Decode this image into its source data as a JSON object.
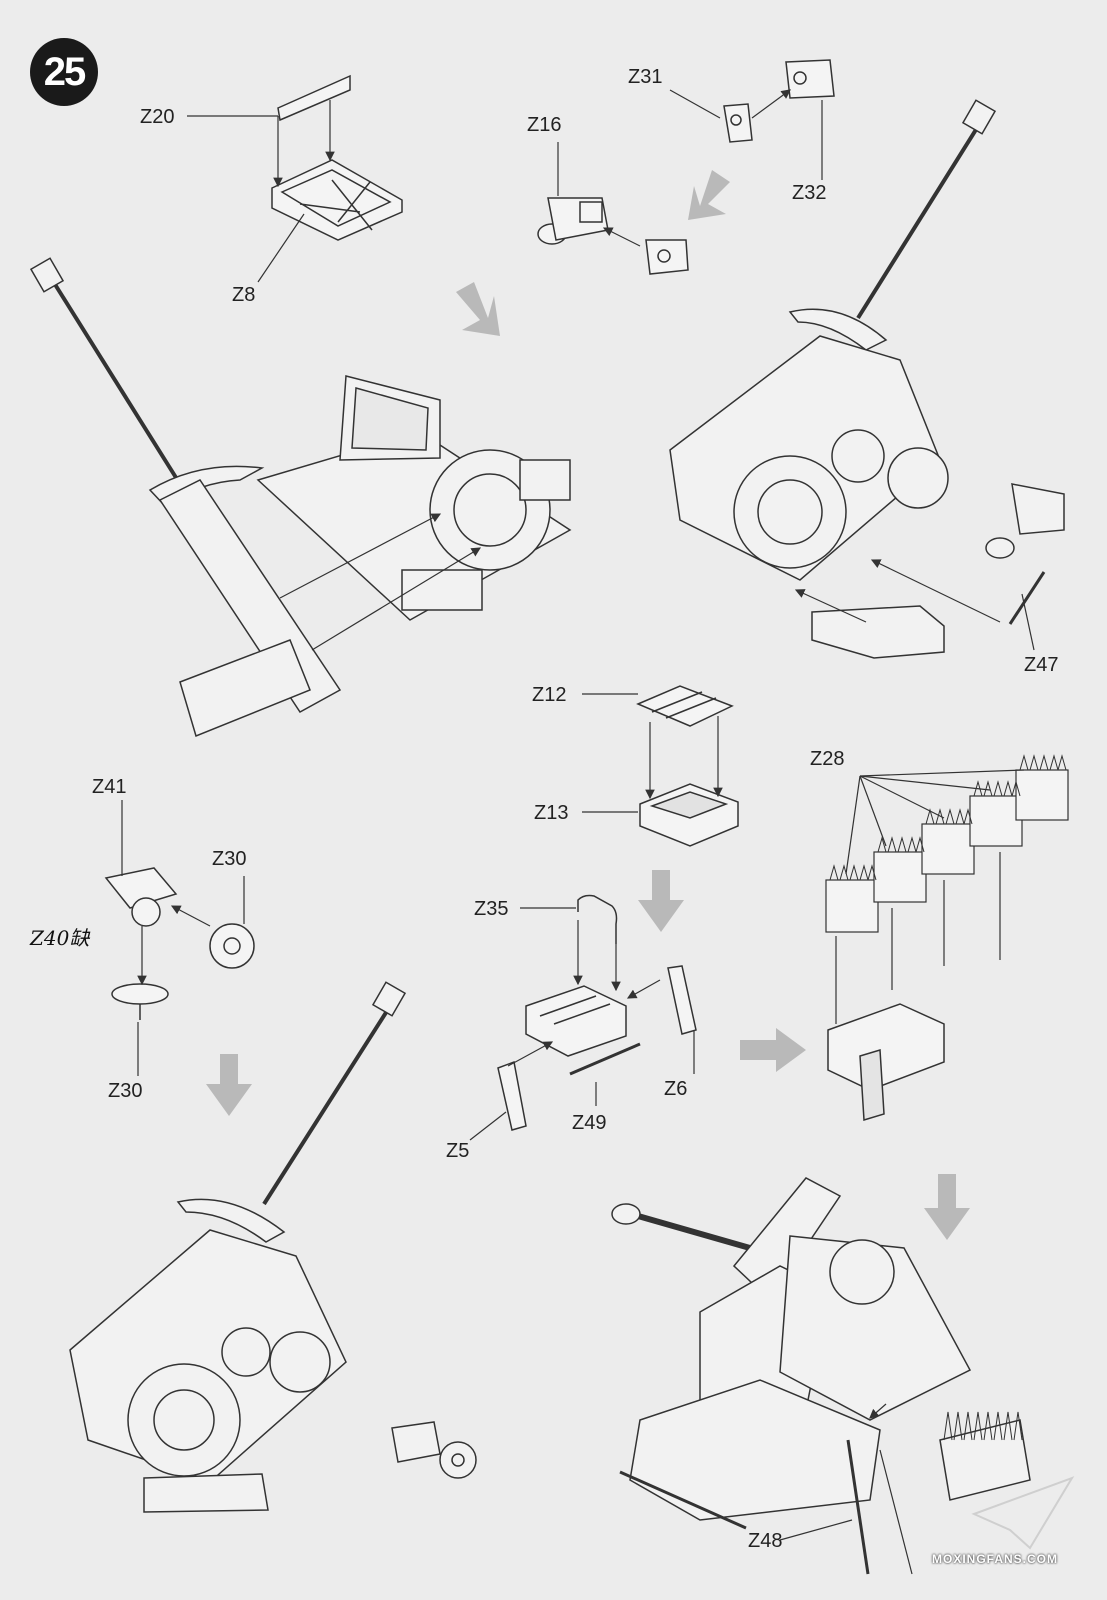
{
  "step_number": "25",
  "labels": {
    "z20": "Z20",
    "z8": "Z8",
    "z16": "Z16",
    "z31": "Z31",
    "z32": "Z32",
    "z47": "Z47",
    "z12": "Z12",
    "z13": "Z13",
    "z28": "Z28",
    "z41": "Z41",
    "z30_top": "Z30",
    "z30_bottom": "Z30",
    "z35": "Z35",
    "z6": "Z6",
    "z49": "Z49",
    "z5": "Z5",
    "z48": "Z48"
  },
  "handwritten_note": "Z40缺",
  "watermark": "MOXINGFANS.COM",
  "colors": {
    "line": "#333333",
    "arrow": "#9a9a9a",
    "background": "#ececec"
  }
}
